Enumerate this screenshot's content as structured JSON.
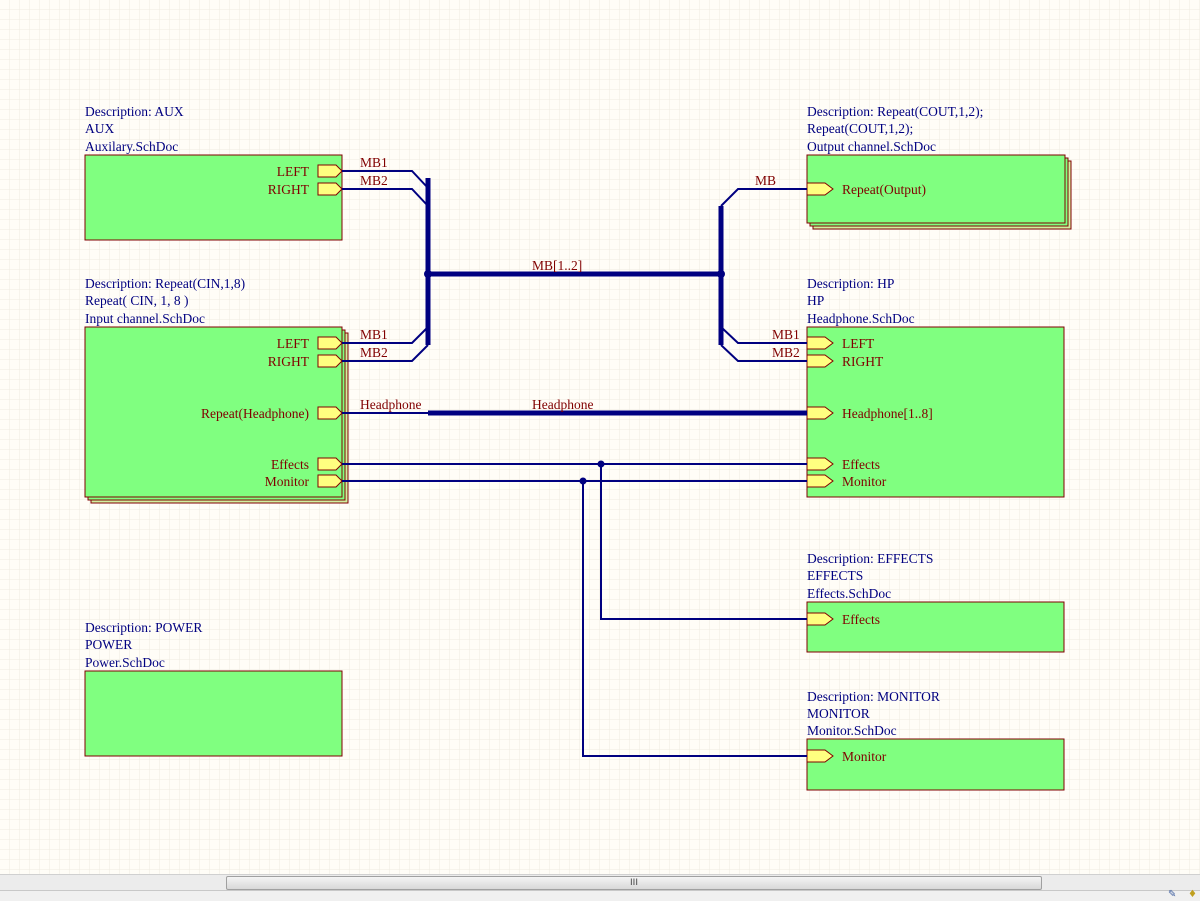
{
  "colors": {
    "sheet_fill": "#80ff80",
    "port_fill": "#ffff80",
    "wire": "#000080",
    "text": "#000080",
    "port_text": "#800000"
  },
  "sheets": {
    "aux": {
      "description": "Description: AUX",
      "designator": "AUX",
      "file": "Auxilary.SchDoc",
      "ports": [
        "LEFT",
        "RIGHT"
      ]
    },
    "input": {
      "description": "Description: Repeat(CIN,1,8)",
      "designator": "Repeat( CIN, 1, 8 )",
      "file": "Input channel.SchDoc",
      "ports": [
        "LEFT",
        "RIGHT",
        "Repeat(Headphone)",
        "Effects",
        "Monitor"
      ]
    },
    "power": {
      "description": "Description: POWER",
      "designator": "POWER",
      "file": "Power.SchDoc"
    },
    "output": {
      "description": "Description: Repeat(COUT,1,2);",
      "designator": "Repeat(COUT,1,2);",
      "file": "Output channel.SchDoc",
      "ports": [
        "Repeat(Output)"
      ]
    },
    "hp": {
      "description": "Description: HP",
      "designator": "HP",
      "file": "Headphone.SchDoc",
      "ports": [
        "LEFT",
        "RIGHT",
        "Headphone[1..8]",
        "Effects",
        "Monitor"
      ]
    },
    "effects": {
      "description": "Description: EFFECTS",
      "designator": "EFFECTS",
      "file": "Effects.SchDoc",
      "ports": [
        "Effects"
      ]
    },
    "monitor": {
      "description": "Description: MONITOR",
      "designator": "MONITOR",
      "file": "Monitor.SchDoc",
      "ports": [
        "Monitor"
      ]
    }
  },
  "nets": {
    "aux_mb1": "MB1",
    "aux_mb2": "MB2",
    "in_mb1": "MB1",
    "in_mb2": "MB2",
    "bus": "MB[1..2]",
    "out_mb": "MB",
    "hp_mb1": "MB1",
    "hp_mb2": "MB2",
    "hp_left": "Headphone",
    "hp_mid": "Headphone"
  },
  "scrollbar": {
    "grip": "III"
  }
}
